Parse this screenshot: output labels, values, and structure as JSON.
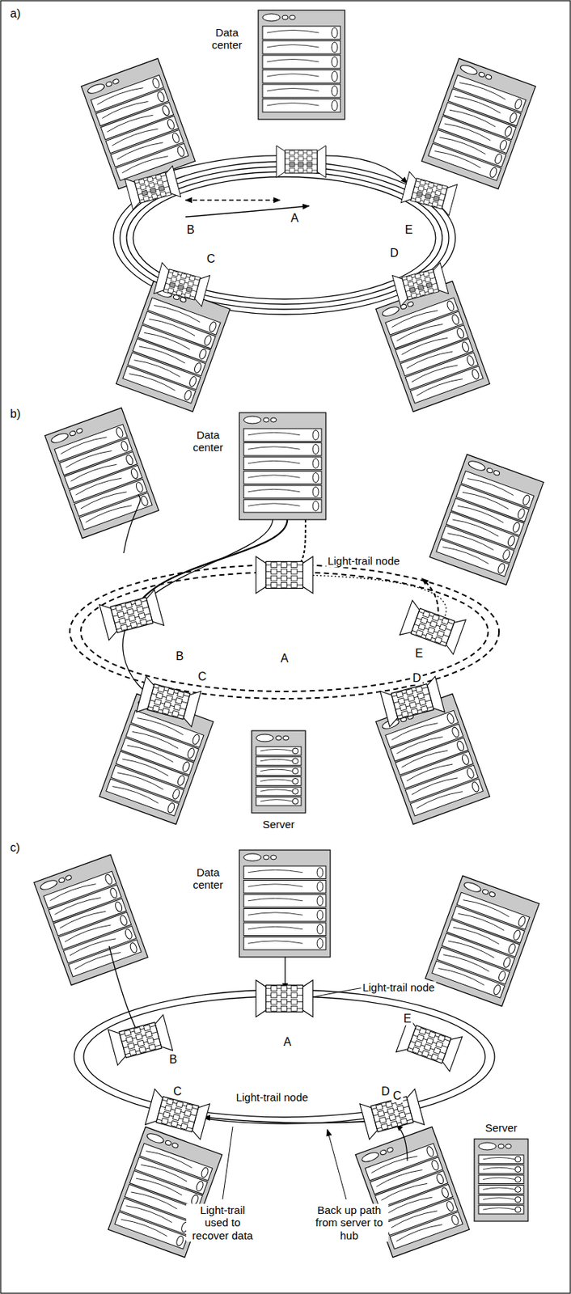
{
  "diagram": {
    "nodes": [
      {
        "text": [
          "Data center"
        ]
      },
      {
        "text": [
          "Data center"
        ]
      },
      {
        "text": [
          "Server"
        ]
      },
      {
        "text": [
          "Data center"
        ]
      },
      {
        "text": [
          "Server"
        ]
      }
    ],
    "labels": [
      "a)",
      "A",
      "B",
      "C",
      "D",
      "E",
      "b)",
      "Light-trail node",
      "A",
      "B",
      "C",
      "D",
      "E",
      "c)",
      "Light-trail node",
      "A",
      "B",
      "E",
      "Light-trail node",
      "C",
      "D",
      "C",
      "Light-trail used to recover data",
      "Back up path from server to hub"
    ]
  }
}
